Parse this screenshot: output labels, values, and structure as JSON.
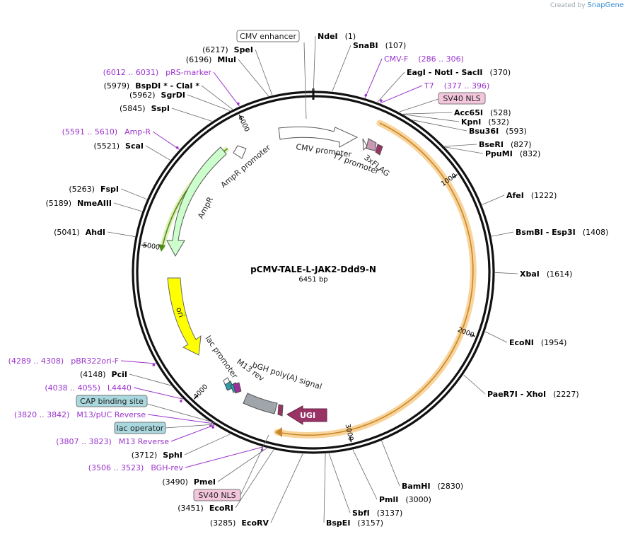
{
  "branding": {
    "prefix": "Created by",
    "name": "SnapGene"
  },
  "plasmid": {
    "name": "pCMV-TALE-L-JAK2-Ddd9-N",
    "size_label": "6451 bp",
    "length": 6451
  },
  "colors": {
    "backbone": "#111111",
    "primer": "#9a33cc",
    "cds_highlight": "#f5c26b",
    "cds_line": "#c9862a",
    "ampr_fill": "#ccffcc",
    "ampr_line": "#66aa22",
    "ori_fill": "#ffff00",
    "promoter_fill": "#ffffff",
    "ugi_fill": "#993366",
    "bgh_fill": "#a0a4ab",
    "flag_fill": "#c999b4",
    "nls_box": "#f3c6dc",
    "cap_box": "#a9d8df"
  },
  "ticks": [
    {
      "pos": 1000,
      "label": "1000"
    },
    {
      "pos": 2000,
      "label": "2000"
    },
    {
      "pos": 3000,
      "label": "3000"
    },
    {
      "pos": 4000,
      "label": "4000"
    },
    {
      "pos": 5000,
      "label": "5000"
    },
    {
      "pos": 6000,
      "label": "6000"
    }
  ],
  "enzymes": [
    {
      "name": "NdeI",
      "pos_label": "(1)",
      "bp": 1
    },
    {
      "name": "SnaBI",
      "pos_label": "(107)",
      "bp": 107
    },
    {
      "name": "EagI - NotI - SacII",
      "pos_label": "(370)",
      "bp": 370
    },
    {
      "name": "Acc65I",
      "pos_label": "(528)",
      "bp": 528
    },
    {
      "name": "KpnI",
      "pos_label": "(532)",
      "bp": 532
    },
    {
      "name": "Bsu36I",
      "pos_label": "(593)",
      "bp": 593
    },
    {
      "name": "BseRI",
      "pos_label": "(827)",
      "bp": 827
    },
    {
      "name": "PpuMI",
      "pos_label": "(832)",
      "bp": 832
    },
    {
      "name": "AfeI",
      "pos_label": "(1222)",
      "bp": 1222
    },
    {
      "name": "BsmBI - Esp3I",
      "pos_label": "(1408)",
      "bp": 1408
    },
    {
      "name": "XbaI",
      "pos_label": "(1614)",
      "bp": 1614
    },
    {
      "name": "EcoNI",
      "pos_label": "(1954)",
      "bp": 1954
    },
    {
      "name": "PaeR7I - XhoI",
      "pos_label": "(2227)",
      "bp": 2227
    },
    {
      "name": "BamHI",
      "pos_label": "(2830)",
      "bp": 2830
    },
    {
      "name": "PmlI",
      "pos_label": "(3000)",
      "bp": 3000
    },
    {
      "name": "SbfI",
      "pos_label": "(3137)",
      "bp": 3137
    },
    {
      "name": "BspEI",
      "pos_label": "(3157)",
      "bp": 3157
    },
    {
      "name": "EcoRV",
      "pos_label": "(3285)",
      "bp": 3285
    },
    {
      "name": "EcoRI",
      "pos_label": "(3451)",
      "bp": 3451
    },
    {
      "name": "PmeI",
      "pos_label": "(3490)",
      "bp": 3490
    },
    {
      "name": "SphI",
      "pos_label": "(3712)",
      "bp": 3712
    },
    {
      "name": "PciI",
      "pos_label": "(4148)",
      "bp": 4148
    },
    {
      "name": "AhdI",
      "pos_label": "(5041)",
      "bp": 5041
    },
    {
      "name": "NmeAIII",
      "pos_label": "(5189)",
      "bp": 5189
    },
    {
      "name": "FspI",
      "pos_label": "(5263)",
      "bp": 5263
    },
    {
      "name": "ScaI",
      "pos_label": "(5521)",
      "bp": 5521
    },
    {
      "name": "SspI",
      "pos_label": "(5845)",
      "bp": 5845
    },
    {
      "name": "SgrDI",
      "pos_label": "(5962)",
      "bp": 5962
    },
    {
      "name": "BspDI * - ClaI *",
      "pos_label": "(5979)",
      "bp": 5979
    },
    {
      "name": "MluI",
      "pos_label": "(6196)",
      "bp": 6196
    },
    {
      "name": "SpeI",
      "pos_label": "(6217)",
      "bp": 6217
    }
  ],
  "primers": [
    {
      "name": "CMV-F",
      "range": "(286 .. 306)",
      "bp": 296
    },
    {
      "name": "T7",
      "range": "(377 .. 396)",
      "bp": 386
    },
    {
      "name": "BGH-rev",
      "range": "(3506 .. 3523)",
      "bp": 3514
    },
    {
      "name": "M13 Reverse",
      "range": "(3807 .. 3823)",
      "bp": 3815
    },
    {
      "name": "M13/pUC Reverse",
      "range": "(3820 .. 3842)",
      "bp": 3831
    },
    {
      "name": "L4440",
      "range": "(4038 .. 4055)",
      "bp": 4046
    },
    {
      "name": "pBR322ori-F",
      "range": "(4289 .. 4308)",
      "bp": 4298
    },
    {
      "name": "Amp-R",
      "range": "(5591 .. 5610)",
      "bp": 5600
    },
    {
      "name": "pRS-marker",
      "range": "(6012 .. 6031)",
      "bp": 6021
    }
  ],
  "boxed_features": {
    "cmv_enhancer": "CMV enhancer",
    "sv40_nls_top": "SV40 NLS",
    "sv40_nls_bottom": "SV40 NLS",
    "cap_binding_site": "CAP binding site",
    "lac_operator": "lac operator"
  },
  "feature_labels": {
    "cmv_promoter": "CMV promoter",
    "t7_promoter": "T7 promoter",
    "flag": "3xFLAG",
    "ampr_promoter": "AmpR promoter",
    "ampr": "AmpR",
    "ori": "ori",
    "lac_promoter": "lac promoter",
    "m13_rev": "M13 rev",
    "bgh": "bGH poly(A) signal",
    "ugi": "UGI"
  }
}
